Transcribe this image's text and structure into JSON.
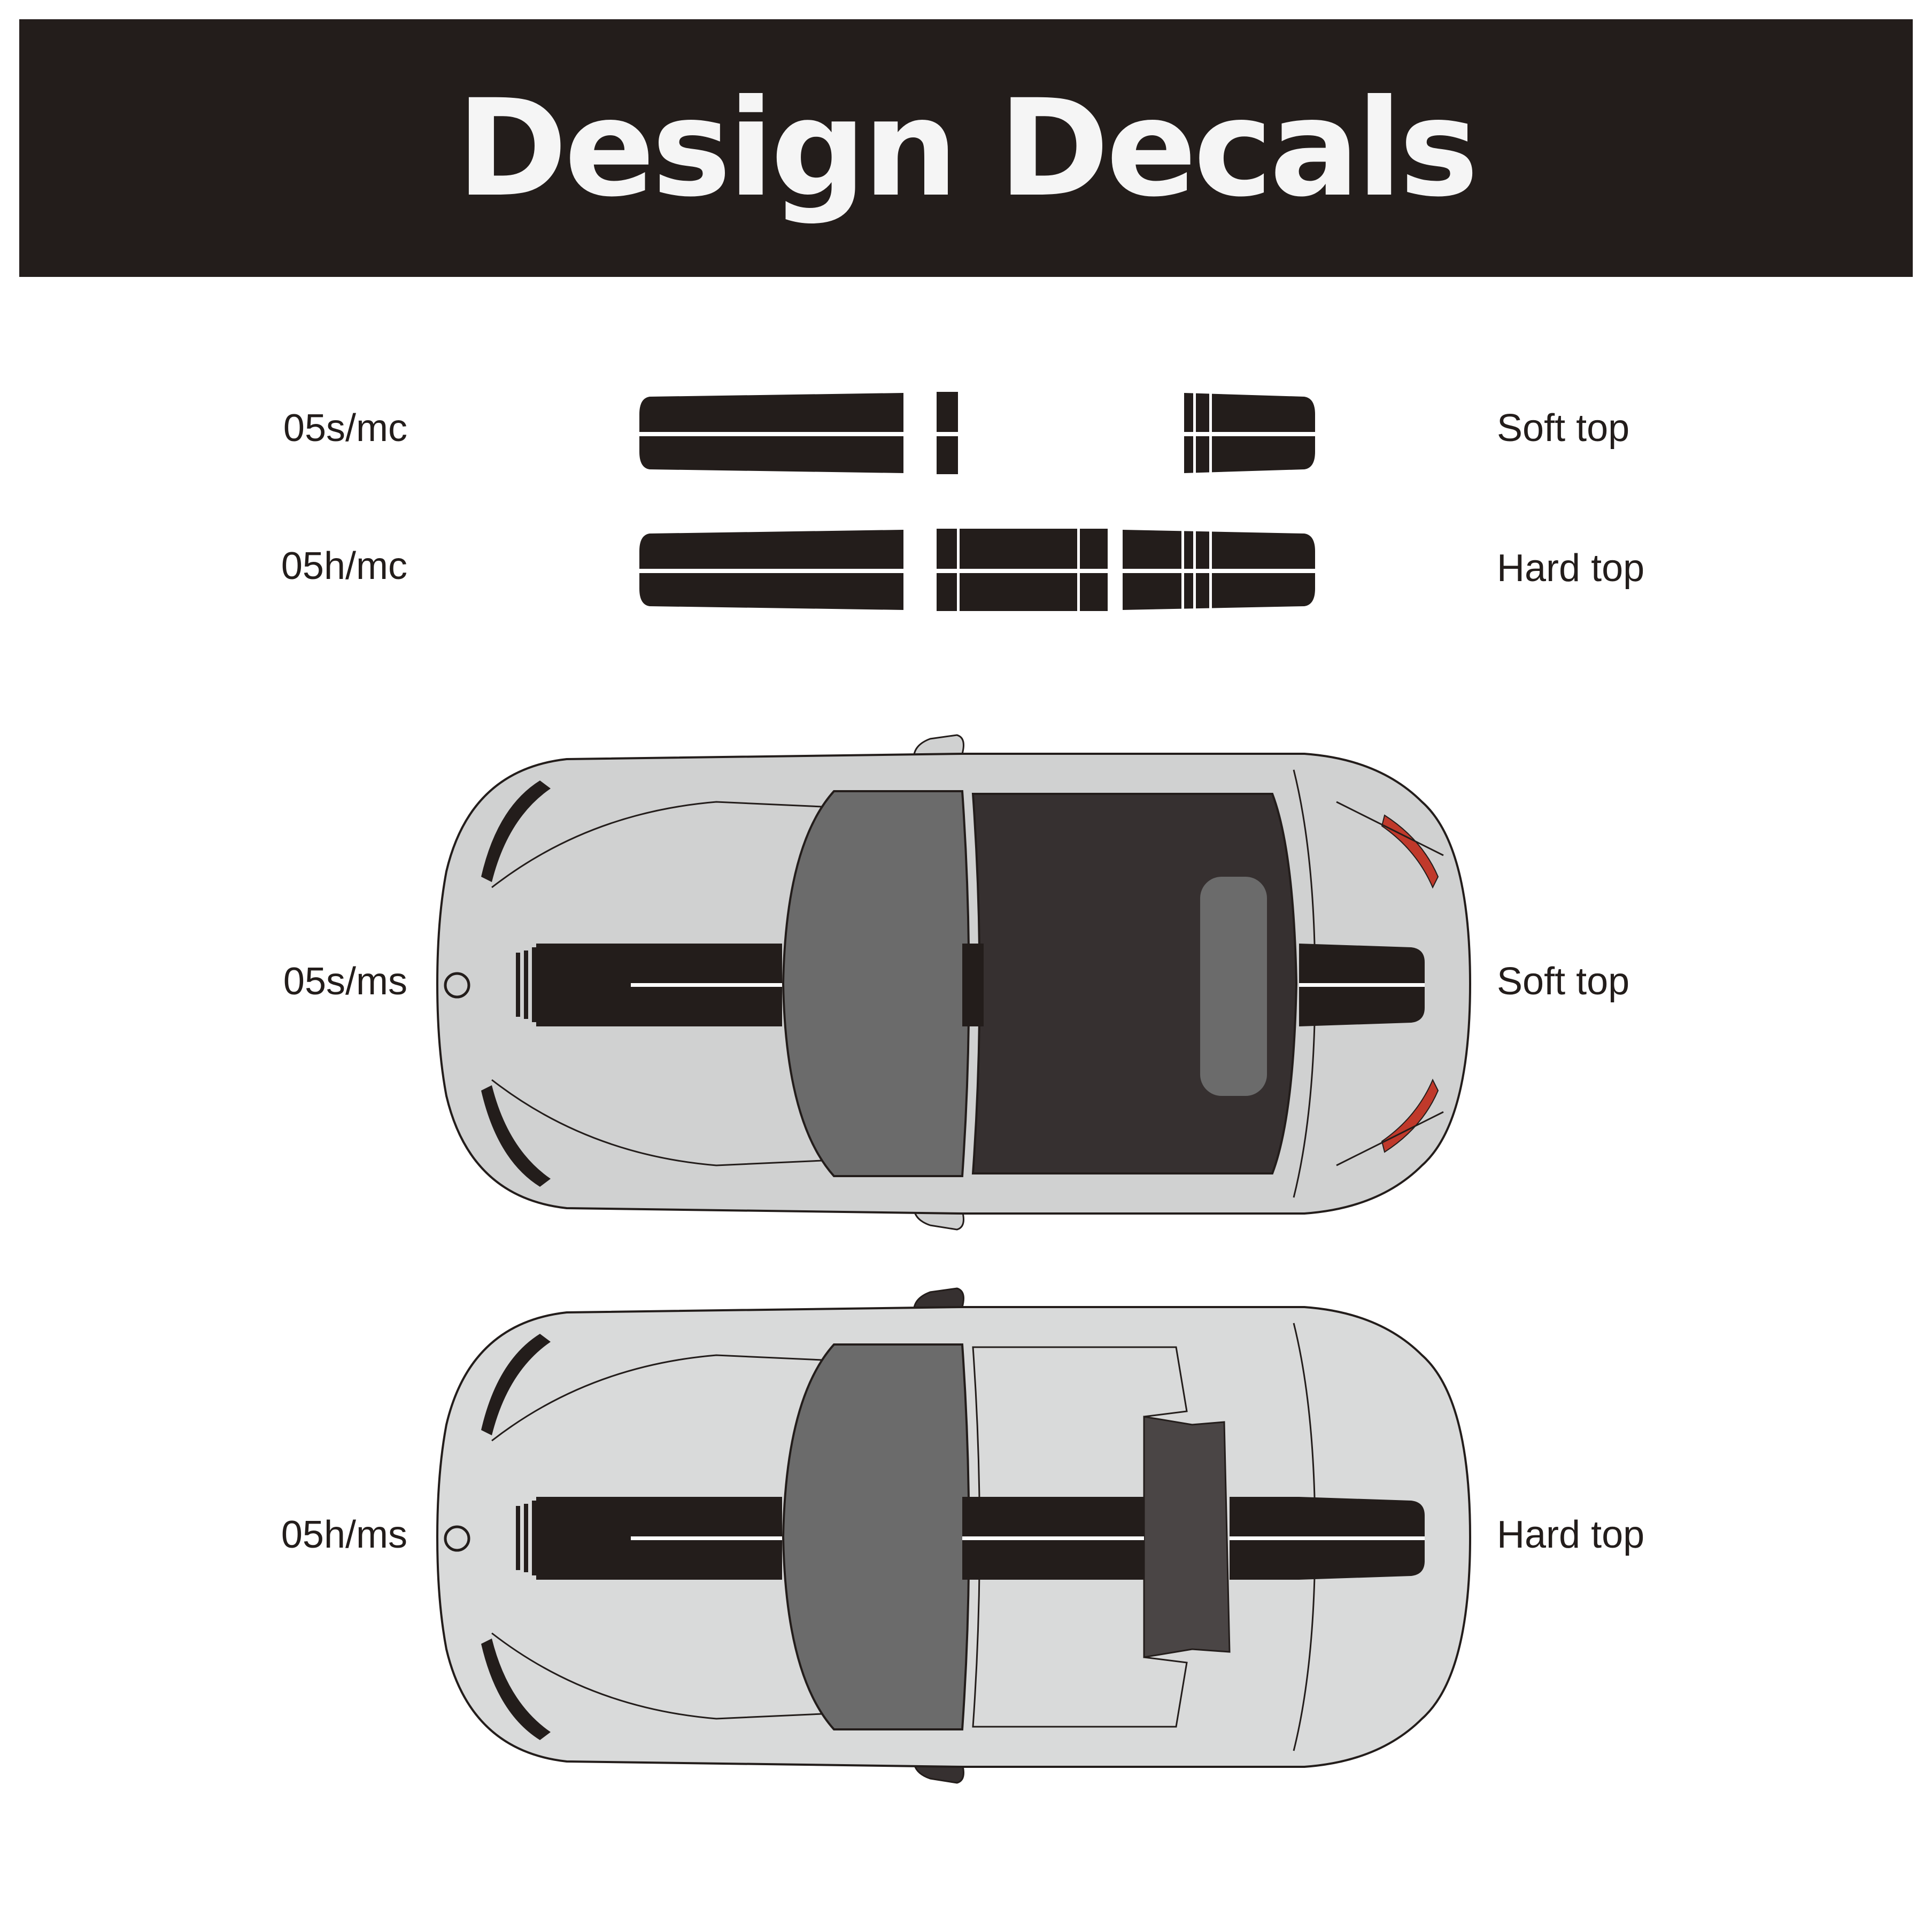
{
  "title": "Design Decals",
  "rows": [
    {
      "code": "05s/mc",
      "top": "Soft top"
    },
    {
      "code": "05h/mc",
      "top": "Hard top"
    },
    {
      "code": "05s/ms",
      "top": "Soft top"
    },
    {
      "code": "05h/ms",
      "top": "Hard top"
    }
  ],
  "colors": {
    "banner": "#231d1b",
    "decal": "#231d1b",
    "car_body": "#d0d1d1",
    "window": "#6b6b6b",
    "soft_top": "#363030"
  }
}
